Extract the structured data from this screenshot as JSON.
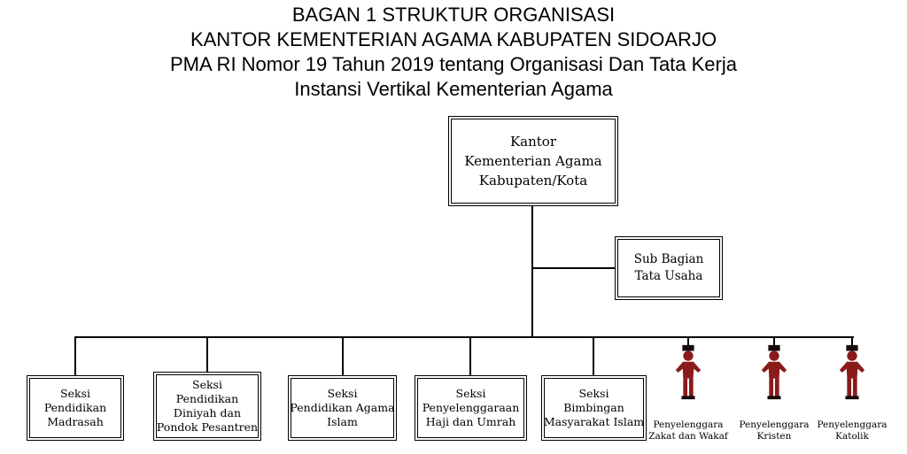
{
  "page": {
    "title_lines": [
      "BAGAN 1 STRUKTUR ORGANISASI",
      "KANTOR KEMENTERIAN AGAMA KABUPATEN SIDOARJO",
      "PMA RI Nomor 19 Tahun 2019 tentang Organisasi Dan Tata Kerja",
      "Instansi Vertikal Kementerian Agama"
    ]
  },
  "chart_data": {
    "type": "org-chart",
    "root": {
      "label": "Kantor\nKementerian Agama\nKabupaten/Kota"
    },
    "staff_unit": {
      "label": "Sub Bagian\nTata Usaha"
    },
    "sections": [
      {
        "label": "Seksi\nPendidikan\nMadrasah"
      },
      {
        "label": "Seksi\nPendidikan\nDiniyah dan\nPondok Pesantren"
      },
      {
        "label": "Seksi\nPendidikan Agama\nIslam"
      },
      {
        "label": "Seksi\nPenyelenggaraan\nHaji dan Umrah"
      },
      {
        "label": "Seksi\nBimbingan\nMasyarakat Islam"
      }
    ],
    "organizers": [
      {
        "label": "Penyelenggara\nZakat dan Wakaf",
        "icon": "person-figure-icon"
      },
      {
        "label": "Penyelenggara\nKristen",
        "icon": "person-figure-icon"
      },
      {
        "label": "Penyelenggara\nKatolik",
        "icon": "person-figure-icon"
      }
    ],
    "colors": {
      "figure_body": "#8b1a1a",
      "figure_hat": "#140a0a",
      "connector_line": "#000000",
      "box_border": "#000000"
    }
  }
}
